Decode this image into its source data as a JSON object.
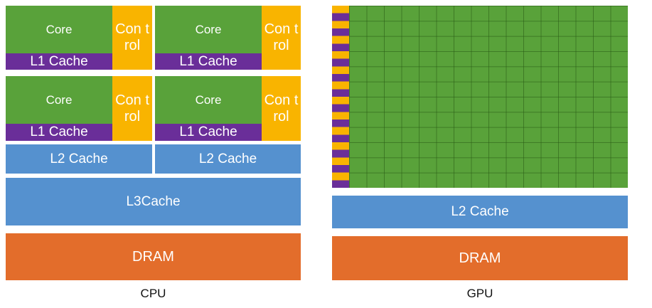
{
  "cpu": {
    "caption": "CPU",
    "cores": [
      {
        "core": "Core",
        "control": "Con trol",
        "l1": "L1 Cache"
      },
      {
        "core": "Core",
        "control": "Con trol",
        "l1": "L1 Cache"
      },
      {
        "core": "Core",
        "control": "Con trol",
        "l1": "L1 Cache"
      },
      {
        "core": "Core",
        "control": "Con trol",
        "l1": "L1 Cache"
      }
    ],
    "l2": [
      "L2 Cache",
      "L2 Cache"
    ],
    "l3": "L3Cache",
    "dram": "DRAM"
  },
  "gpu": {
    "caption": "GPU",
    "grid": {
      "rows": 12,
      "cols": 16
    },
    "l2": "L2 Cache",
    "dram": "DRAM"
  },
  "colors": {
    "core": "#59a23a",
    "l1": "#6a2e99",
    "control": "#f9b400",
    "cache": "#5591cf",
    "dram": "#e36d2b"
  }
}
